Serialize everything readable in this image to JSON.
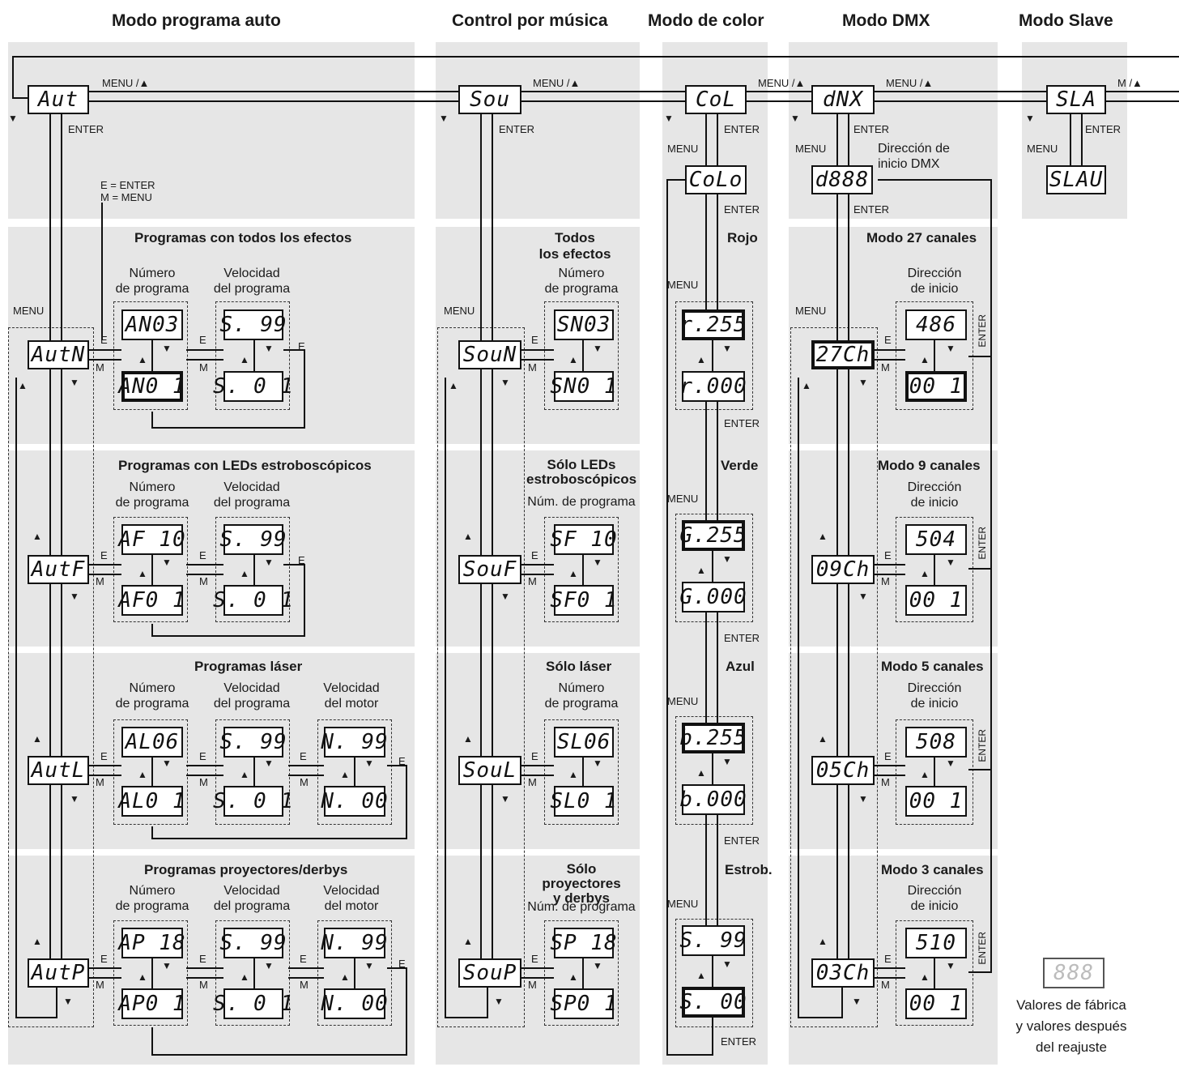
{
  "headers": {
    "auto": "Modo programa auto",
    "music": "Control por música",
    "color": "Modo de color",
    "dmx": "Modo DMX",
    "slave": "Modo Slave"
  },
  "menu_up": "MENU /▲",
  "menu_up_short": "M /▲",
  "menu": "MENU",
  "enter": "ENTER",
  "e": "E",
  "m": "M",
  "legend_e": "E = ENTER",
  "legend_m": "M = MENU",
  "displays": {
    "aut": "Aut",
    "sou": "Sou",
    "col": "CoL",
    "dmx": "dNX",
    "sla": "SLA",
    "colo": "CoLo",
    "slau": "SLAU",
    "d888": "d888",
    "autn": "AutN",
    "autf": "AutF",
    "autl": "AutL",
    "autp": "AutP",
    "soun": "SouN",
    "souf": "SouF",
    "soul": "SouL",
    "soup": "SouP",
    "an03": "AN03",
    "an01": "AN0 1",
    "s99": "S. 99",
    "s01": "S. 0 1",
    "af10": "AF 10",
    "af01": "AF0 1",
    "al06": "AL06",
    "al01": "AL0 1",
    "n99": "N. 99",
    "n00": "N. 00",
    "ap18": "AP 18",
    "ap01": "AP0 1",
    "sn03": "SN03",
    "sn01": "SN0 1",
    "sf10": "SF 10",
    "sf01": "SF0 1",
    "sl06": "SL06",
    "sl01": "SL0 1",
    "sp18": "SP 18",
    "sp01": "SP0 1",
    "r255": "r.255",
    "r000": "r.000",
    "g255": "G.255",
    "g000": "G.000",
    "b255": "b.255",
    "b000": "b.000",
    "st99": "S. 99",
    "st00": "S. 00",
    "ch27": "27Ch",
    "ch09": "09Ch",
    "ch05": "05Ch",
    "ch03": "03Ch",
    "a486": "486",
    "a504": "504",
    "a508": "508",
    "a510": "510",
    "a001": "00 1",
    "factory": "888"
  },
  "sections": {
    "all": "Programas con todos los efectos",
    "strobe": "Programas con LEDs estroboscópicos",
    "laser": "Programas láser",
    "proj": "Programas proyectores/derbys",
    "m_all": "Todos\nlos efectos",
    "m_strobe": "Sólo LEDs\nestroboscópicos",
    "m_laser": "Sólo láser",
    "m_proj": "Sólo proyectores\ny derbys",
    "red": "Rojo",
    "green": "Verde",
    "blue": "Azul",
    "strobe_c": "Estrob.",
    "m27": "Modo 27 canales",
    "m9": "Modo 9 canales",
    "m5": "Modo 5 canales",
    "m3": "Modo 3 canales"
  },
  "labels": {
    "prog_num": "Número\nde programa",
    "prog_speed": "Velocidad\ndel programa",
    "motor_speed": "Velocidad\ndel motor",
    "prog_num_short": "Núm. de programa",
    "dmx_start": "Dirección de\ninicio DMX",
    "start_addr": "Dirección\nde inicio",
    "factory": "Valores de fábrica\ny valores después\ndel reajuste"
  }
}
